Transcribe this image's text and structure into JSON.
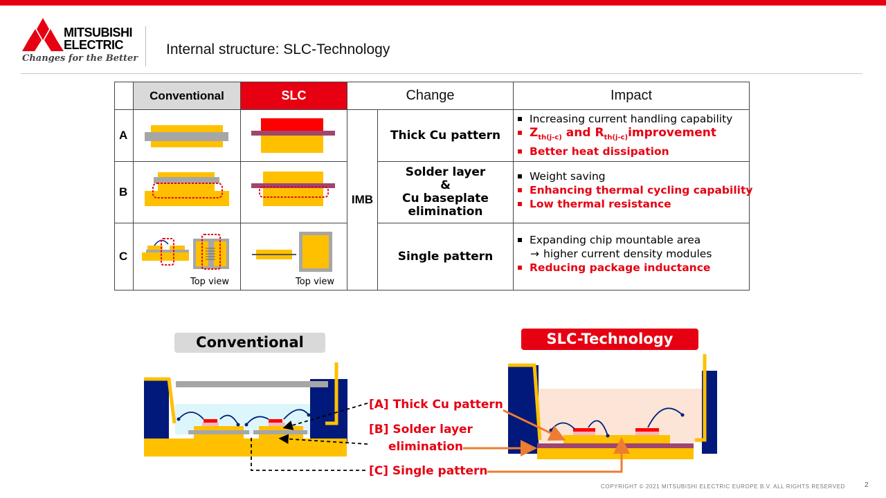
{
  "brand": {
    "name_line1": "MITSUBISHI",
    "name_line2": "ELECTRIC",
    "tagline": "Changes for the Better",
    "red": "#e60012"
  },
  "slide": {
    "title": "Internal structure: SLC-Technology",
    "copyright": "COPYRIGHT © 2021 MITSUBISHI ELECTRIC EUROPE B.V. ALL RIGHTS RESERVED",
    "page_number": "2"
  },
  "table": {
    "headers": {
      "conventional": "Conventional",
      "slc": "SLC",
      "change": "Change",
      "impact": "Impact"
    },
    "group_label": "IMB",
    "top_view": "Top view",
    "rows": [
      {
        "label": "A",
        "change": "Thick Cu pattern",
        "impact": {
          "normal": "Increasing current handling capability",
          "z_main": "Z",
          "z_sub": "th(j-c)",
          "and_r": " and R",
          "r_sub": "th(j-c)",
          "improvement": "improvement",
          "heat": "Better heat dissipation"
        }
      },
      {
        "label": "B",
        "change_l1": "Solder layer",
        "change_l2": "&",
        "change_l3": "Cu baseplate",
        "change_l4": "elimination",
        "impact": [
          "Weight saving",
          "Enhancing thermal cycling capability",
          "Low thermal resistance"
        ]
      },
      {
        "label": "C",
        "change": "Single pattern",
        "impact": [
          "Expanding chip mountable area",
          "higher current density modules",
          "Reducing package inductance"
        ]
      }
    ]
  },
  "diagram": {
    "conventional_label": "Conventional",
    "slc_label": "SLC-Technology",
    "callout_a": "[A] Thick Cu pattern",
    "callout_b1": "[B] Solder layer",
    "callout_b2": "elimination",
    "callout_c": "[C] Single pattern"
  },
  "colors": {
    "copper": "#ffc000",
    "substrate_grey": "#a6a6a6",
    "resin_slc": "#fce4d6",
    "gel_conv": "#ddf6fb",
    "case_navy": "#00197a",
    "orange": "#ed7d31",
    "purple": "#a0466e"
  }
}
